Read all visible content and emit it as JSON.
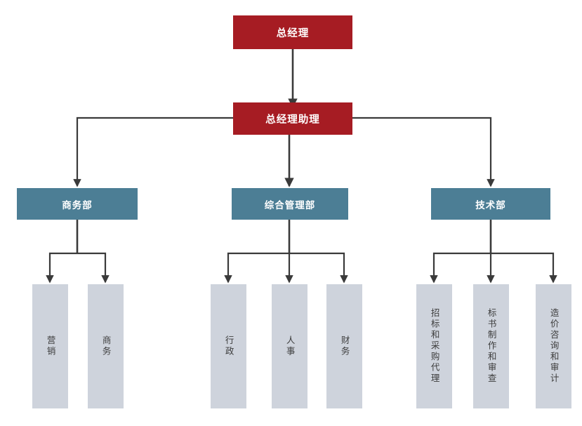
{
  "chart": {
    "type": "org-chart",
    "title": "",
    "orientation": "top-down",
    "colors": {
      "executive_fill": "#a61c23",
      "department_fill": "#4c7e95",
      "unit_fill": "#ced3dc",
      "connector": "#3a3a3a",
      "executive_text": "#ffffff",
      "department_text": "#ffffff",
      "unit_text": "#3d3d3d",
      "background": "#ffffff"
    },
    "levels": [
      {
        "level": 1,
        "name": "executive",
        "nodes": [
          {
            "id": "gm",
            "label": "总经理"
          }
        ]
      },
      {
        "level": 2,
        "name": "executive-assistant",
        "nodes": [
          {
            "id": "gm-assistant",
            "label": "总经理助理",
            "parent": "gm"
          }
        ]
      },
      {
        "level": 3,
        "name": "departments",
        "nodes": [
          {
            "id": "dept-business",
            "label": "商务部",
            "parent": "gm-assistant"
          },
          {
            "id": "dept-general-mgmt",
            "label": "综合管理部",
            "parent": "gm-assistant"
          },
          {
            "id": "dept-technical",
            "label": "技术部",
            "parent": "gm-assistant"
          }
        ]
      },
      {
        "level": 4,
        "name": "units",
        "nodes": [
          {
            "id": "unit-marketing",
            "label": "营销",
            "parent": "dept-business"
          },
          {
            "id": "unit-business",
            "label": "商务",
            "parent": "dept-business"
          },
          {
            "id": "unit-admin",
            "label": "行政",
            "parent": "dept-general-mgmt"
          },
          {
            "id": "unit-hr",
            "label": "人事",
            "parent": "dept-general-mgmt"
          },
          {
            "id": "unit-finance",
            "label": "财务",
            "parent": "dept-general-mgmt"
          },
          {
            "id": "unit-bidding",
            "label": "招标和采购代理",
            "parent": "dept-technical"
          },
          {
            "id": "unit-bid-doc",
            "label": "标书制作和审查",
            "parent": "dept-technical"
          },
          {
            "id": "unit-cost",
            "label": "造价咨询和审计",
            "parent": "dept-technical"
          }
        ]
      }
    ]
  },
  "nodes": {
    "gm": {
      "label": "总经理"
    },
    "gm_assistant": {
      "label": "总经理助理"
    },
    "dept_business": {
      "label": "商务部"
    },
    "dept_general": {
      "label": "综合管理部"
    },
    "dept_technical": {
      "label": "技术部"
    },
    "unit_marketing": {
      "label": "营销"
    },
    "unit_business": {
      "label": "商务"
    },
    "unit_admin": {
      "label": "行政"
    },
    "unit_hr": {
      "label": "人事"
    },
    "unit_finance": {
      "label": "财务"
    },
    "unit_bidding": {
      "label": "招标和采购代理"
    },
    "unit_bid_doc": {
      "label": "标书制作和审查"
    },
    "unit_cost": {
      "label": "造价咨询和审计"
    }
  }
}
